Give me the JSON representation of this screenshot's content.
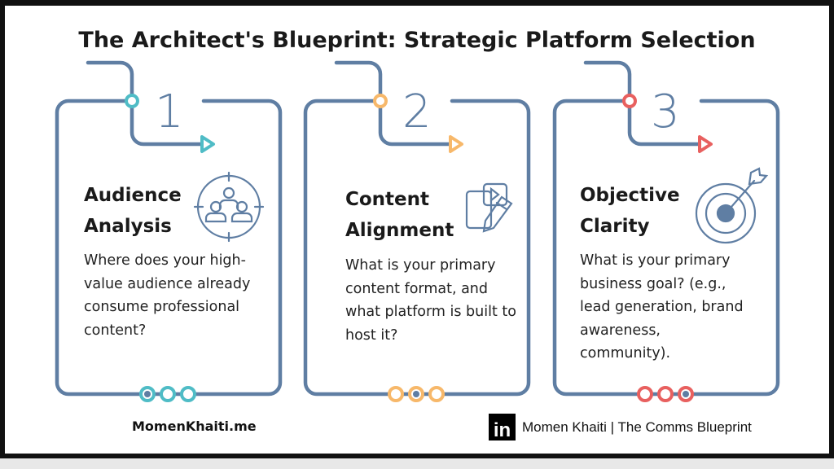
{
  "title": "The Architect's Blueprint: Strategic Platform Selection",
  "colors": {
    "line": "#5f7ea3",
    "step1": "#4fbcc6",
    "step2": "#f7b86a",
    "step3": "#e8605f"
  },
  "cards": [
    {
      "number": "1",
      "heading_line1": "Audience",
      "heading_line2": "Analysis",
      "icon": "audience-target-icon",
      "body": "Where does your high-value audience already consume professional content?"
    },
    {
      "number": "2",
      "heading_line1": "Content",
      "heading_line2": "Alignment",
      "icon": "content-edit-icon",
      "body": "What is your primary content format, and what platform is built to host it?"
    },
    {
      "number": "3",
      "heading_line1": "Objective",
      "heading_line2": "Clarity",
      "icon": "target-arrow-icon",
      "body": "What is your primary business goal? (e.g., lead generation, brand awareness, community)."
    }
  ],
  "footer": {
    "website": "MomenKhaiti.me",
    "linkedin_logo": "in",
    "credit": "Momen Khaiti | The Comms Blueprint"
  }
}
